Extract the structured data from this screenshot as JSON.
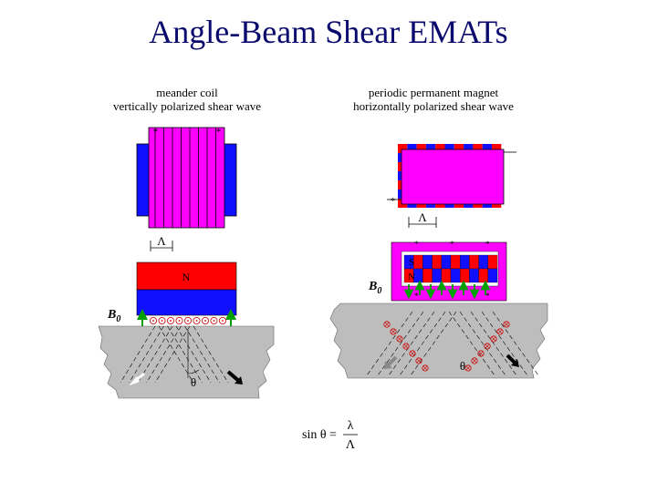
{
  "title": "Angle-Beam Shear EMATs",
  "left": {
    "caption_line1": "meander coil",
    "caption_line2": "vertically polarized shear wave",
    "lambda_label": "Λ",
    "magnet_label": "N",
    "b_label": "B",
    "b_subscript": "0",
    "theta_label": "θ"
  },
  "right": {
    "caption_line1": "periodic permanent magnet",
    "caption_line2": "horizontally polarized shear wave",
    "lambda_label": "Λ",
    "magnet_labels": [
      "S",
      "N"
    ],
    "b_label": "B",
    "b_subscript": "0",
    "theta_label": "θ"
  },
  "formula": {
    "lhs": "sin θ =",
    "numerator": "λ",
    "denominator": "Λ"
  },
  "colors": {
    "title": "#0a0a6e",
    "coil": "#ff00ff",
    "magnet_red": "#ff0000",
    "magnet_blue": "#1010ff",
    "ground": "#bdbdbd",
    "arrow_green": "#00a000",
    "current_markers": "#cc0000"
  }
}
